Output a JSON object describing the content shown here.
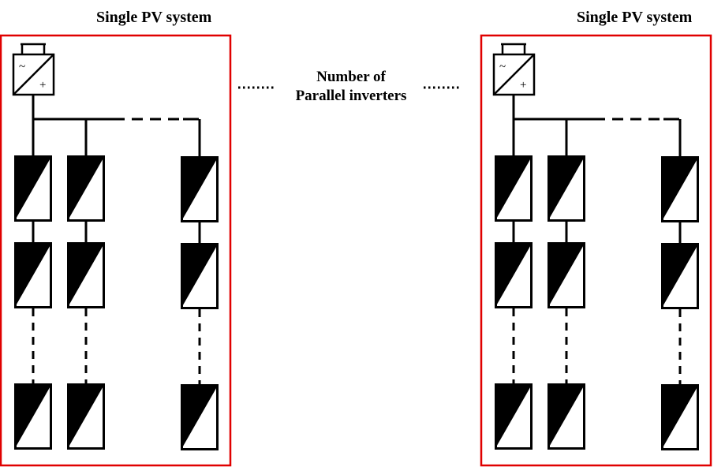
{
  "systems": [
    {
      "title": "Single PV system",
      "inverter_symbols": {
        "ac": "~",
        "dc": "+"
      }
    },
    {
      "title": "Single PV system",
      "inverter_symbols": {
        "ac": "~",
        "dc": "+"
      }
    }
  ],
  "center_label": {
    "line1": "Number  of",
    "line2": "Parallel inverters"
  },
  "colors": {
    "system_border": "#e00000",
    "line": "#000000",
    "panel_fill": "#000000",
    "background": "#ffffff"
  },
  "icons": [
    "inverter-icon",
    "pv-module-icon"
  ]
}
